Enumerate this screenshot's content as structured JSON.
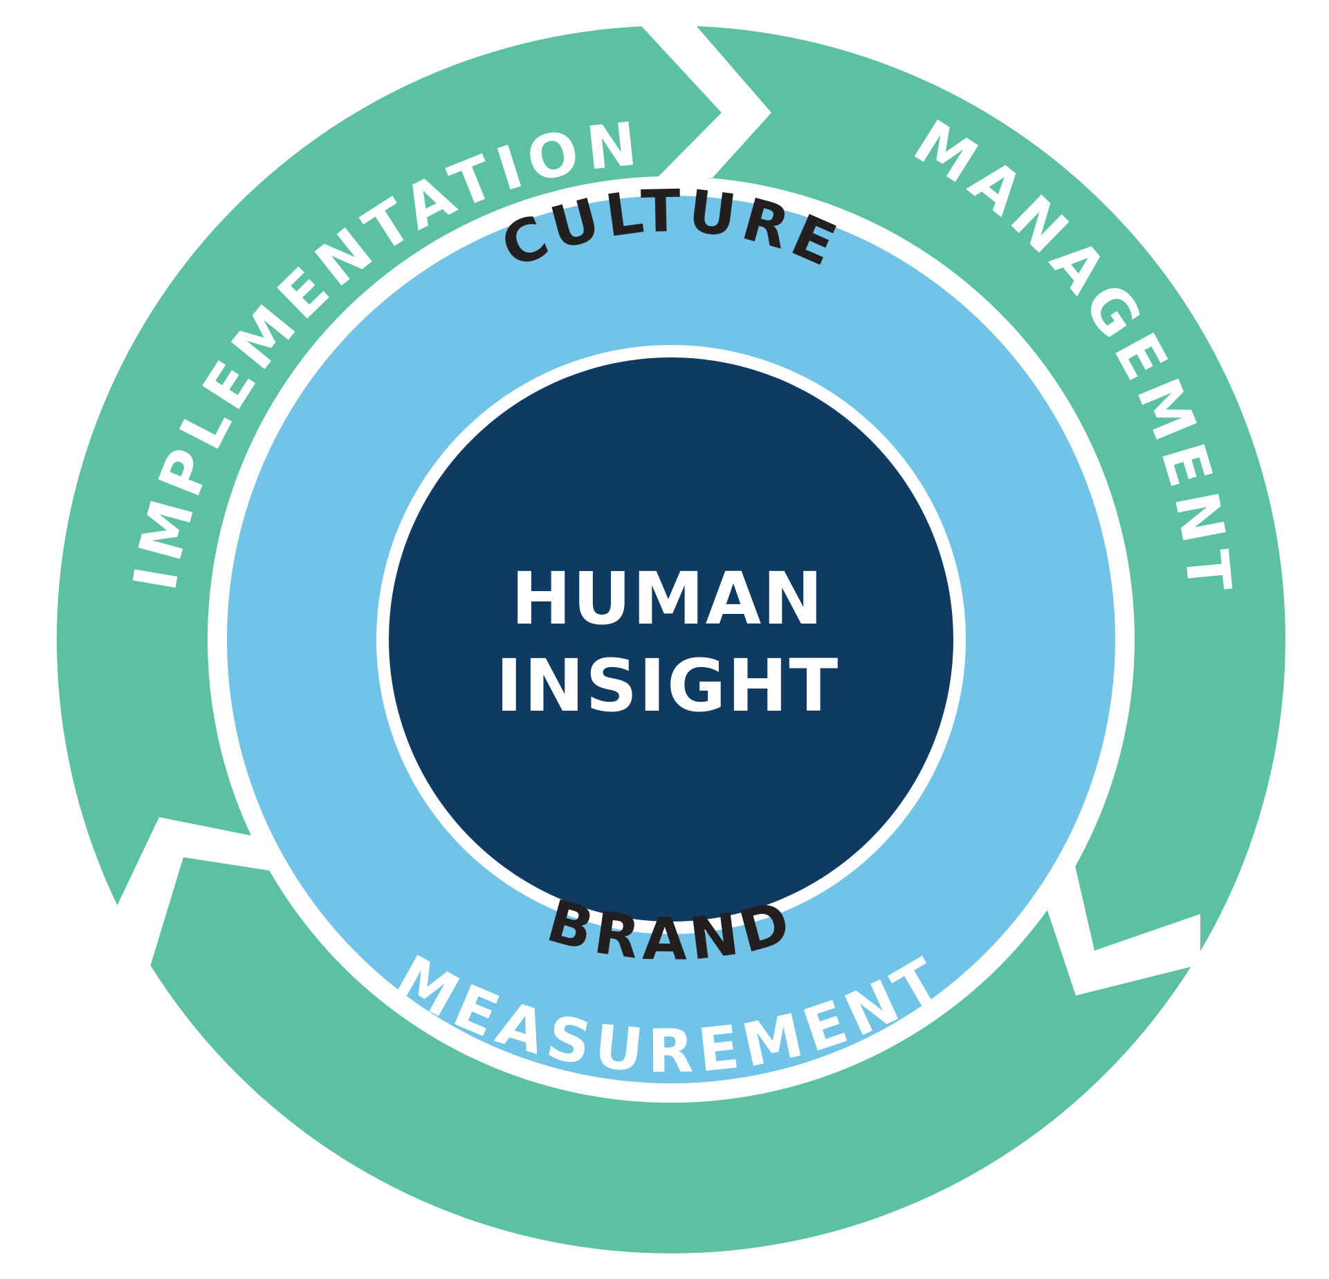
{
  "diagram": {
    "center": {
      "line1": "HUMAN",
      "line2": "INSIGHT"
    },
    "inner_ring": {
      "top_label": "CULTURE",
      "bottom_label": "BRAND"
    },
    "outer_cycle": [
      {
        "label": "IMPLEMENTATION"
      },
      {
        "label": "MANAGEMENT"
      },
      {
        "label": "MEASUREMENT"
      }
    ]
  },
  "colors": {
    "outer_green": "#5cc1a4",
    "light_blue": "#71c3e8",
    "navy": "#0f3a61",
    "text_light": "#ffffff",
    "text_dark": "#231f20",
    "separator": "#ffffff"
  }
}
